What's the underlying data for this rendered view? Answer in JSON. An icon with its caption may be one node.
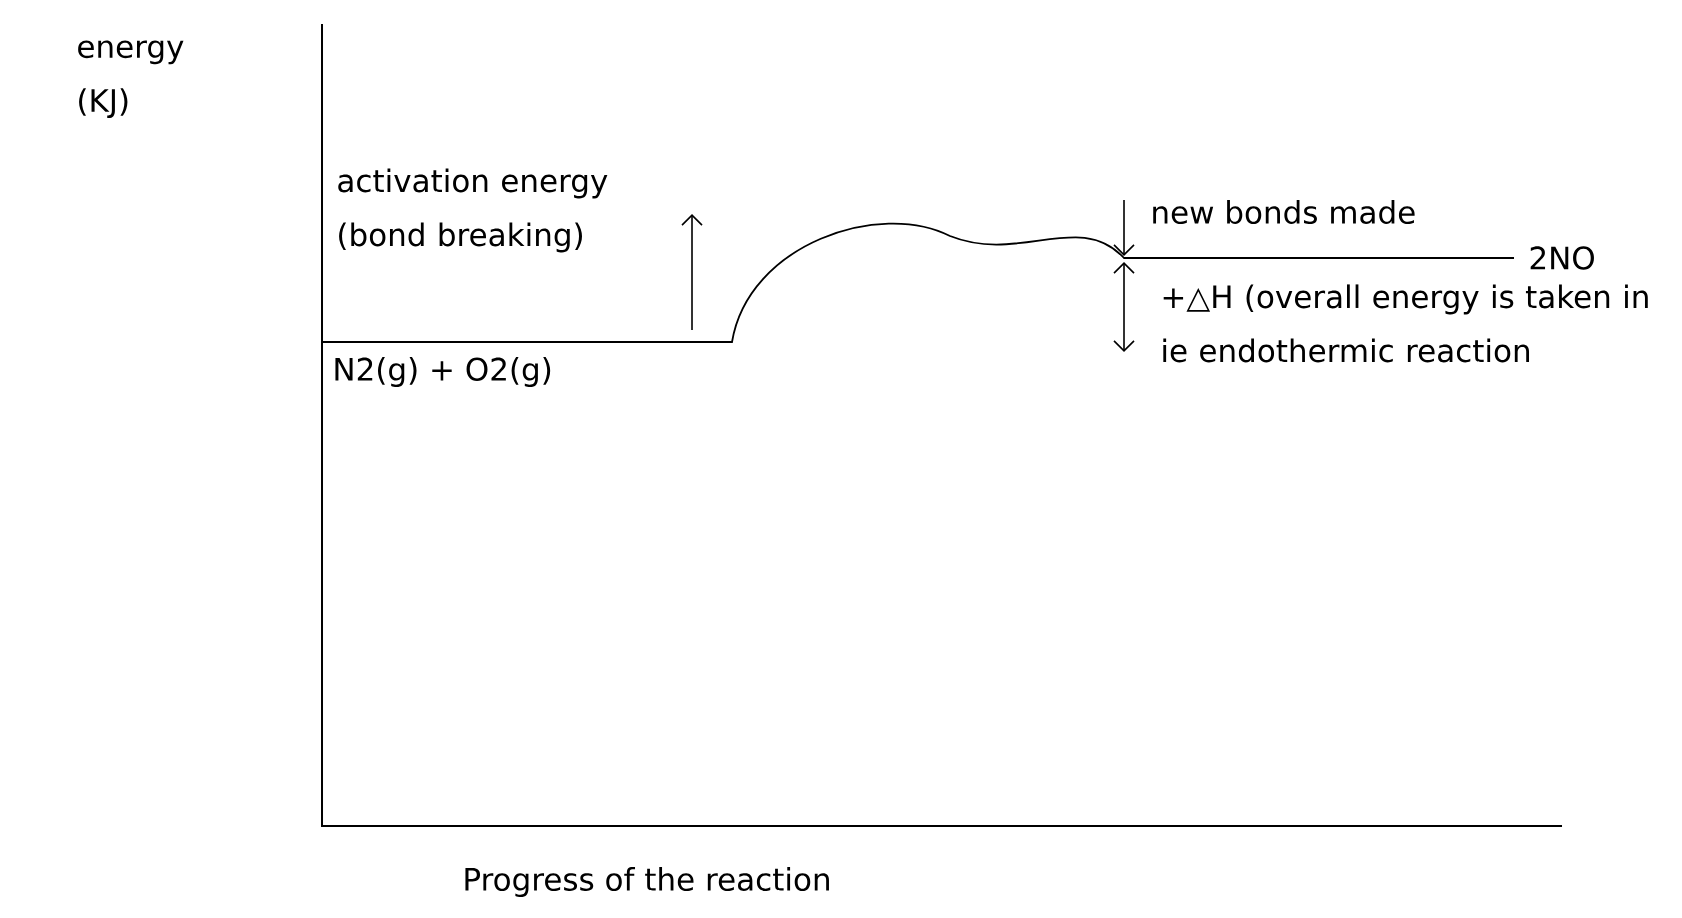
{
  "diagram": {
    "labels": [
      "energy (KJ)",
      "activation energy (bond breaking)",
      "new bonds made",
      "2NO",
      "+△H (overall energy is taken in ie endothermic reaction",
      "N2(g) + O2(g)",
      "Progress of the reaction"
    ]
  }
}
